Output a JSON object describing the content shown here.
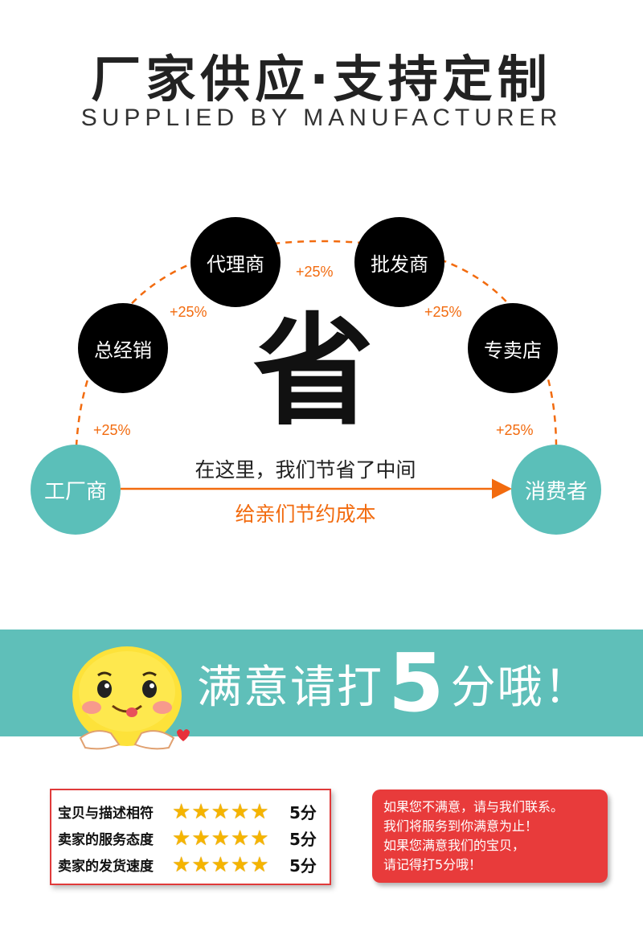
{
  "header": {
    "title_cn": "厂家供应·支持定制",
    "title_en": "SUPPLIED BY MANUFACTURER"
  },
  "diagram": {
    "nodes": {
      "factory": "工厂商",
      "general": "总经销",
      "agent": "代理商",
      "wholesale": "批发商",
      "store": "专卖店",
      "consumer": "消费者"
    },
    "markups": [
      "+25%",
      "+25%",
      "+25%",
      "+25%",
      "+25%"
    ],
    "center_char": "省",
    "line1": "在这里，我们节省了中间",
    "line2": "给亲们节约成本",
    "colors": {
      "dash": "#f26b0f",
      "teal": "#5bbfb9",
      "black": "#000000"
    }
  },
  "banner": {
    "text_before": "满意请打",
    "text_number": "5",
    "text_after": "分哦！",
    "color": "#5fbfb9"
  },
  "rating": {
    "rows": [
      {
        "label": "宝贝与描述相符",
        "score": "5分",
        "stars": 5
      },
      {
        "label": "卖家的服务态度",
        "score": "5分",
        "stars": 5
      },
      {
        "label": "卖家的发货速度",
        "score": "5分",
        "stars": 5
      }
    ]
  },
  "notice": {
    "lines": [
      "如果您不满意，请与我们联系。",
      "我们将服务到你满意为止！",
      "如果您满意我们的宝贝，",
      "请记得打5分哦！"
    ]
  }
}
